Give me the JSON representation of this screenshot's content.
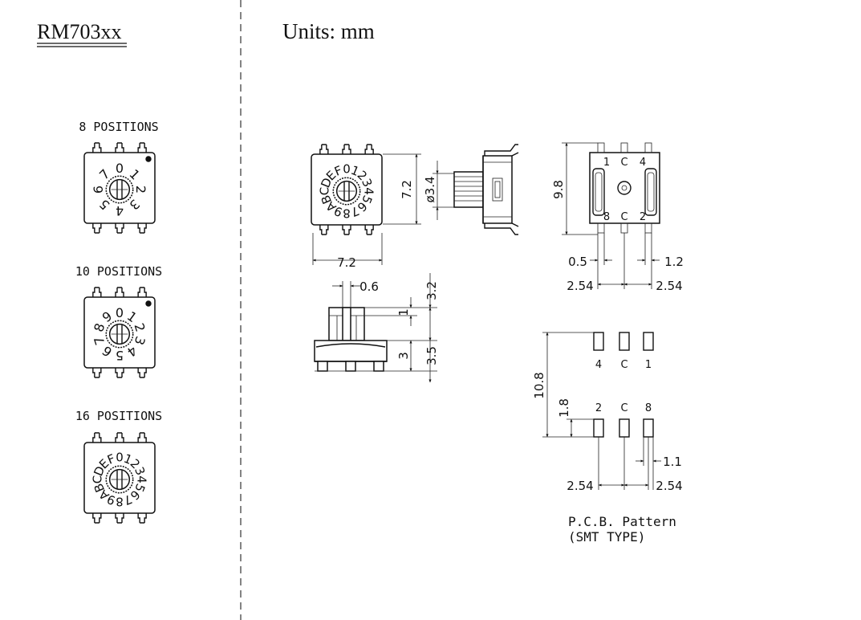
{
  "header": {
    "model": "RM703xx",
    "units": "Units: mm"
  },
  "variants": [
    {
      "label": "8 POSITIONS",
      "dial": [
        "0",
        "1",
        "2",
        "3",
        "4",
        "5",
        "6",
        "7"
      ]
    },
    {
      "label": "10 POSITIONS",
      "dial": [
        "0",
        "1",
        "2",
        "3",
        "4",
        "5",
        "6",
        "7",
        "8",
        "9"
      ]
    },
    {
      "label": "16 POSITIONS",
      "dial": [
        "0",
        "1",
        "2",
        "3",
        "4",
        "5",
        "6",
        "7",
        "8",
        "9",
        "A",
        "B",
        "C",
        "D",
        "E",
        "F"
      ]
    }
  ],
  "top_view": {
    "dial": [
      "0",
      "1",
      "2",
      "3",
      "4",
      "5",
      "6",
      "7",
      "8",
      "9",
      "A",
      "B",
      "C",
      "D",
      "E",
      "F"
    ],
    "width_dim": "7.2",
    "height_dim": "7.2"
  },
  "side_view": {
    "shaft_dim": "ø3.4"
  },
  "bottom_view": {
    "height_dim": "9.8",
    "pin_top": [
      "1",
      "C",
      "4"
    ],
    "pin_bottom": [
      "8",
      "C",
      "2"
    ],
    "dim_left": "0.5",
    "dim_right": "1.2",
    "pitch_left": "2.54",
    "pitch_right": "2.54"
  },
  "front_view": {
    "dim_top": "0.6",
    "dim_shaft_total": "3.2",
    "dim_step": "1",
    "dim_body": "3",
    "dim_total": "3.5"
  },
  "pcb": {
    "row_top": [
      "4",
      "C",
      "1"
    ],
    "row_bottom": [
      "2",
      "C",
      "8"
    ],
    "dim_total": "10.8",
    "dim_pad": "1.8",
    "dim_pad_w": "1.1",
    "pitch_left": "2.54",
    "pitch_right": "2.54",
    "caption_1": "P.C.B. Pattern",
    "caption_2": "(SMT TYPE)"
  }
}
